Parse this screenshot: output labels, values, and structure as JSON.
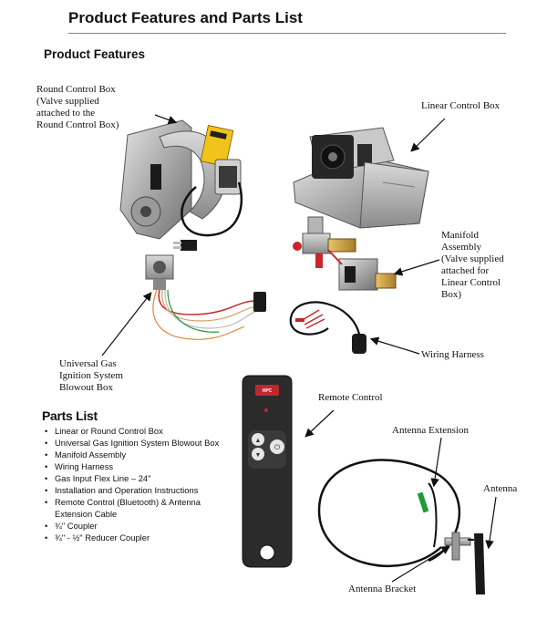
{
  "page": {
    "title": "Product Features and Parts List",
    "section_title": "Product Features"
  },
  "callouts": {
    "round_control_box": [
      "Round Control Box",
      "(Valve supplied",
      "attached to the",
      "Round Control Box)"
    ],
    "linear_control_box": [
      "Linear Control Box"
    ],
    "manifold_assembly": [
      "Manifold",
      "Assembly",
      "(Valve supplied",
      "attached for",
      "Linear Control",
      "Box)"
    ],
    "universal_gas_ignition": [
      "Universal Gas",
      "Ignition System",
      "Blowout Box"
    ],
    "wiring_harness": [
      "Wiring Harness"
    ],
    "remote_control": [
      "Remote Control"
    ],
    "antenna_extension": [
      "Antenna Extension"
    ],
    "antenna": [
      "Antenna"
    ],
    "antenna_bracket": [
      "Antenna Bracket"
    ]
  },
  "parts_list": {
    "title": "Parts List",
    "items": [
      "Linear or Round Control Box",
      "Universal Gas Ignition System Blowout Box",
      "Manifold Assembly",
      "Wiring Harness",
      "Gas Input Flex Line – 24\"",
      "Installation and Operation Instructions",
      "Remote Control (Bluetooth) & Antenna Extension Cable",
      "¾\" Coupler",
      "¾\" - ½\" Reducer Coupler"
    ]
  },
  "remote": {
    "logo_text": "HPC",
    "fire_symbol": "▲",
    "down_symbol": "▼",
    "power_symbol": "⏻"
  },
  "colors": {
    "title_rule": "#e05a5a",
    "label_yellow": "#f2c31a",
    "remote_body": "#2b2b2b",
    "remote_logo": "#c0272d",
    "wire_green": "#1f9a3a",
    "wire_red": "#c8262c"
  }
}
